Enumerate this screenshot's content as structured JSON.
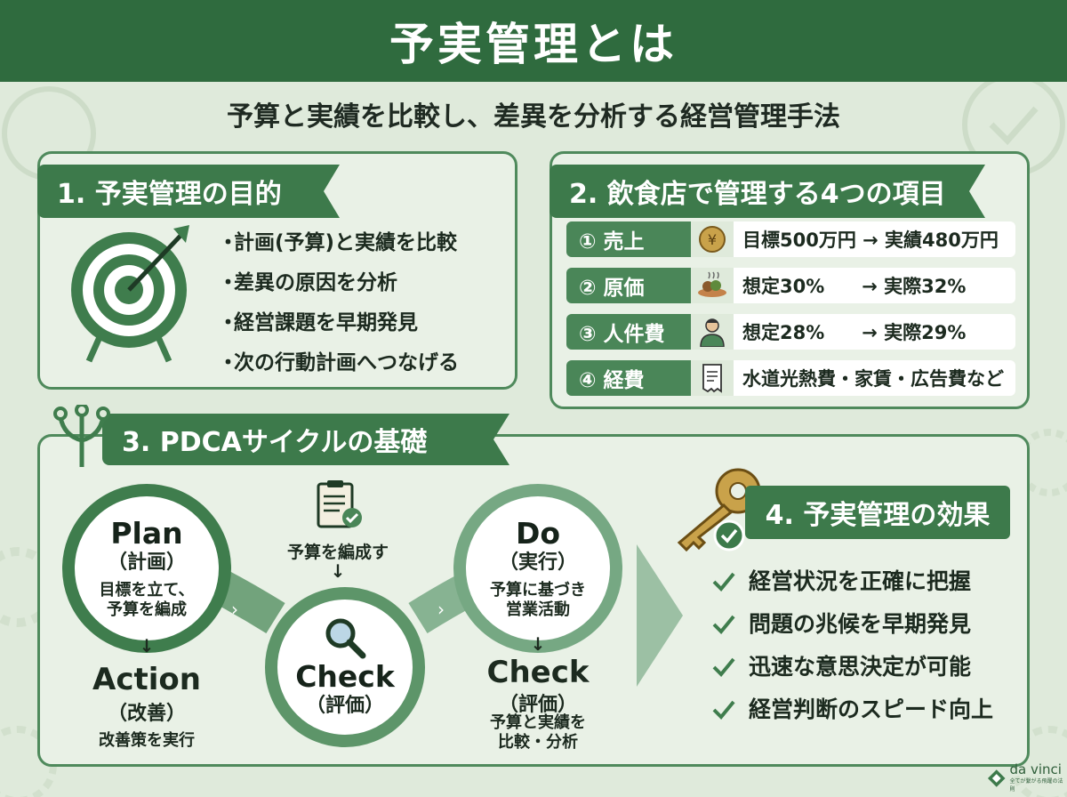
{
  "header": {
    "title": "予実管理とは"
  },
  "subtitle": "予算と実績を比較し、差異を分析する経営管理手法",
  "section1": {
    "title": "1. 予実管理の目的",
    "items": [
      "計画(予算)と実績を比較",
      "差異の原因を分析",
      "経営課題を早期発見",
      "次の行動計画へつなげる"
    ],
    "bullet": "・",
    "icon": "target-icon"
  },
  "section2": {
    "title": "2. 飲食店で管理する4つの項目",
    "rows": [
      {
        "label": "① 売上",
        "icon": "yen-coin-icon",
        "value": "目標500万円 → 実績480万円"
      },
      {
        "label": "② 原価",
        "icon": "food-plate-icon",
        "value": "想定30%　　→ 実際32%"
      },
      {
        "label": "③ 人件費",
        "icon": "staff-icon",
        "value": "想定28%　　→ 実際29%"
      },
      {
        "label": "④ 経費",
        "icon": "receipt-icon",
        "value": "水道光熱費・家賃・広告費など"
      }
    ]
  },
  "section3": {
    "title": "3. PDCAサイクルの基礎",
    "plan": {
      "name": "Plan",
      "jp": "（計画）",
      "desc1": "目標を立て、",
      "desc2": "予算を編成"
    },
    "budget_note": "予算を編成す",
    "do": {
      "name": "Do",
      "jp": "（実行）",
      "desc1": "予算に基づき",
      "desc2": "営業活動"
    },
    "check_center": {
      "name": "Check",
      "jp": "（評価）"
    },
    "action": {
      "name": "Action",
      "jp": "（改善）",
      "desc": "改善策を実行"
    },
    "check_right": {
      "name": "Check",
      "jp": "（評価）",
      "desc1": "予算と実績を",
      "desc2": "比較・分析"
    },
    "down_arrow": "↓"
  },
  "section4": {
    "title": "4. 予実管理の効果",
    "items": [
      "経営状況を正確に把握",
      "問題の兆候を早期発見",
      "迅速な意思決定が可能",
      "経営判断のスピード向上"
    ]
  },
  "brand": {
    "name": "da vinci",
    "tagline": "全てが繋がる飛躍の法則"
  },
  "colors": {
    "primary": "#2f6b3e",
    "accent": "#3d7a4b",
    "background": "#dfeadb",
    "key": "#c9a24a"
  }
}
